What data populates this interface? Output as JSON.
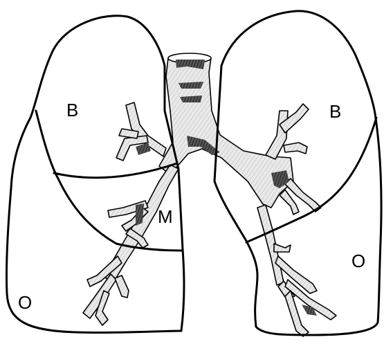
{
  "labels": {
    "right_upper": "B",
    "left_upper": "B",
    "right_middle": "M",
    "right_lower": "O",
    "left_lower": "O"
  }
}
